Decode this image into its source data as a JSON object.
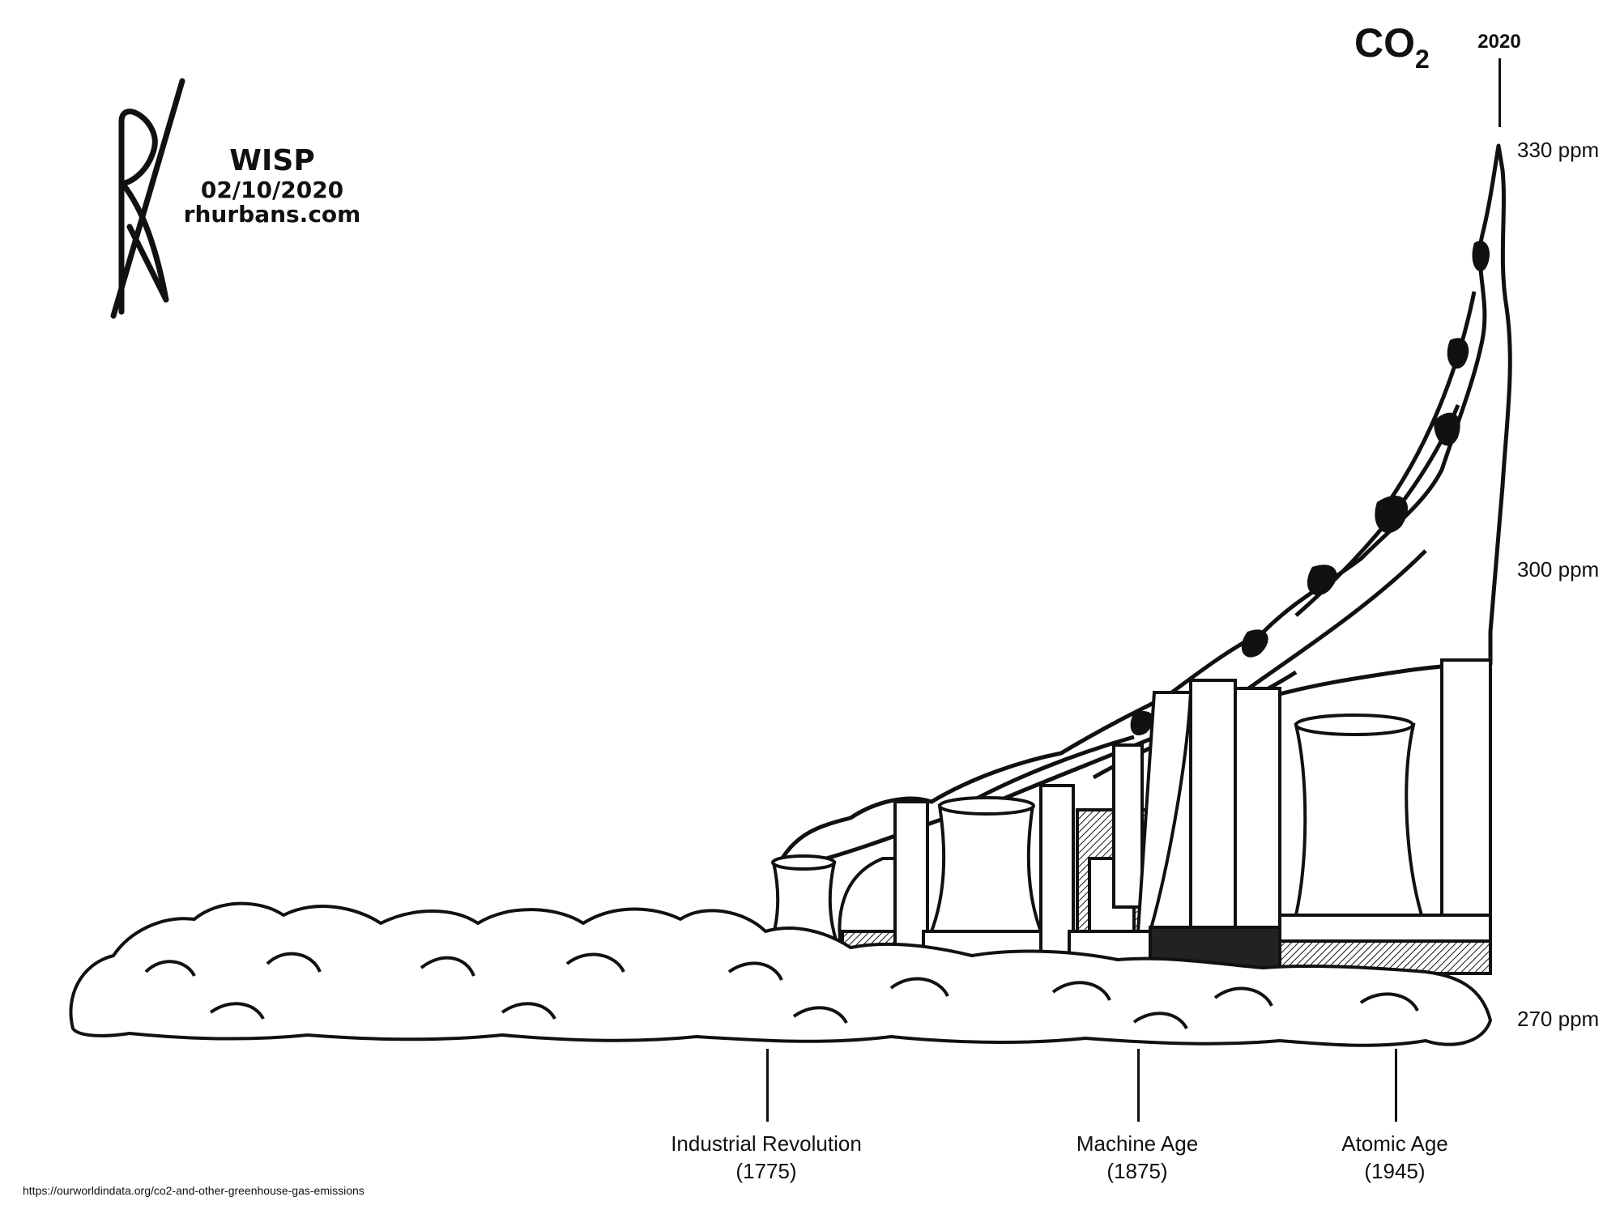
{
  "title": {
    "main": "CO",
    "subscript": "2"
  },
  "timeline_end": "2020",
  "y_axis": [
    {
      "label": "330 ppm",
      "value": 330
    },
    {
      "label": "300 ppm",
      "value": 300
    },
    {
      "label": "270 ppm",
      "value": 270
    }
  ],
  "eras": [
    {
      "name": "Industrial Revolution",
      "year": "(1775)"
    },
    {
      "name": "Machine Age",
      "year": "(1875)"
    },
    {
      "name": "Atomic Age",
      "year": "(1945)"
    }
  ],
  "signature": {
    "name": "WISP",
    "date": "02/10/2020",
    "site": "rhurbans.com"
  },
  "source_url": "https://ourworldindata.org/co2-and-other-greenhouse-gas-emissions",
  "colors": {
    "ink": "#111111",
    "paper": "#ffffff",
    "shade": "#444444"
  }
}
